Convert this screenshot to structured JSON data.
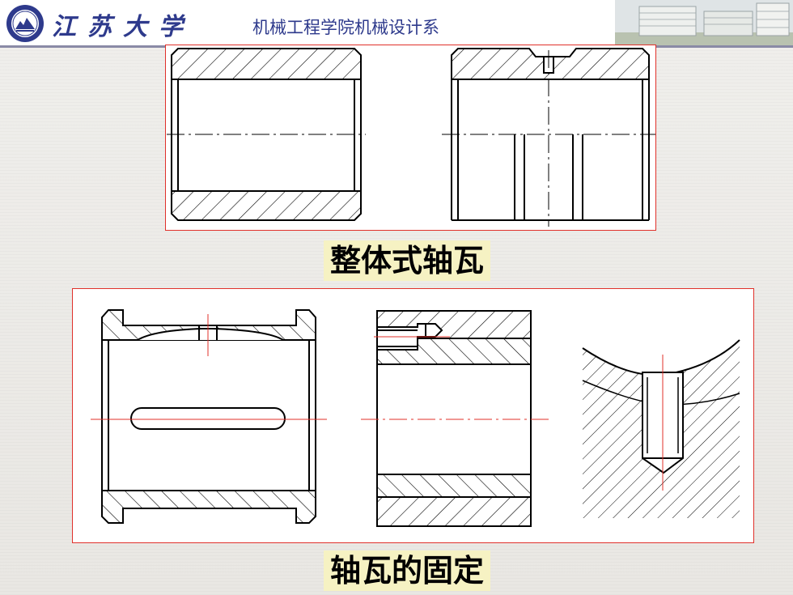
{
  "header": {
    "university_name": "江苏大学",
    "department": "机械工程学院机械设计系"
  },
  "captions": {
    "top": "整体式轴瓦",
    "bottom": "轴瓦的固定"
  },
  "colors": {
    "title_blue": "#2e3a8c",
    "frame_red": "#e0302a",
    "caption_bg": "#f6f2c3",
    "header_line": "#8a8aa6"
  }
}
